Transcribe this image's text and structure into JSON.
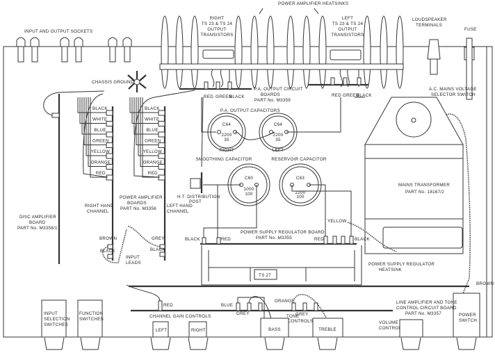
{
  "title": "Power Amplifier Wiring Layout",
  "top": {
    "heatsinks": "POWER AMPLIFIER HEATSINKS",
    "sockets": "INPUT AND OUTPUT SOCKETS",
    "right_transistors": [
      "RIGHT",
      "TS 23 & TS 24",
      "OUTPUT",
      "TRANSISTORS"
    ],
    "left_transistors": [
      "LEFT",
      "TS 23 & TS 24",
      "OUTPUT",
      "TRANSISTORS"
    ],
    "loudspeaker": [
      "LOUDSPEAKER",
      "TERMINALS"
    ],
    "fuse": "FUSE"
  },
  "upper": {
    "chassis_ground": "CHASSIS GROUND",
    "pa_output_boards": [
      "P.A. OUTPUT CIRCUIT",
      "BOARDS",
      "PART No. M3359"
    ],
    "selector_switch": [
      "A.C. MAINS VOLTAGE",
      "SELECTOR SWITCH"
    ],
    "pa_wires": [
      "RED",
      "GREEN",
      "BLACK"
    ],
    "pa_output_caps": "P.A. OUTPUT CAPACITORS",
    "cap_right": {
      "id": "C64",
      "value": "2200",
      "volt": "35",
      "side": "RIGHT"
    },
    "cap_left": {
      "id": "C64",
      "value": "2200",
      "volt": "35",
      "side": "LEFT"
    },
    "smoothing": "SMOOTHING CAPACITOR",
    "smoothing_cap": {
      "id": "C60",
      "value": "1000",
      "volt": "100"
    },
    "reservoir": "RESERVOIR CAPACITOR",
    "reservoir_cap": {
      "id": "C63",
      "value": "2200",
      "volt": "100"
    },
    "transformer": [
      "MAINS TRANSFORMER",
      "PART No. 18167/2"
    ],
    "ht_post": [
      "H.T. DISTRIBUTION",
      "POST"
    ]
  },
  "boards": {
    "wire_colors": [
      "BLACK",
      "WHITE",
      "BLUE",
      "GREEN",
      "YELLOW",
      "ORANGE",
      "RED"
    ],
    "pa_boards": [
      "POWER AMPLIFIER",
      "BOARDS",
      "PART No. M3356"
    ],
    "right_channel": [
      "RIGHT HAND",
      "CHANNEL"
    ],
    "left_channel": [
      "LEFT HAND",
      "CHANNEL"
    ],
    "disc_board": [
      "DISC AMPLIFIER",
      "BOARD",
      "PART No. M3358/1"
    ],
    "brown": "BROWN",
    "black": "BLACK",
    "grey": "GREY",
    "input_leads": [
      "INPUT",
      "LEADS"
    ]
  },
  "regulator": {
    "board": [
      "POWER SUPPLY REGULATOR BOARD",
      "PART No. M3355"
    ],
    "black": "BLACK",
    "red": "RED",
    "yellow": "YELLOW",
    "heatsink": [
      "POWER SUPPLY REGULATOR",
      "HEATSINK"
    ],
    "ts27": "TS 27"
  },
  "front": {
    "brown": "BROWN",
    "line_board": [
      "LINE AMPLIFIER AND TONE",
      "CONTROL CIRCUIT BOARD",
      "PART No. M3357"
    ],
    "red": "RED",
    "blue": "BLUE",
    "grey": "GREY",
    "orange": "ORANGE",
    "channel_gain": "CHANNEL GAIN CONTROLS",
    "tone_controls": [
      "TONE",
      "CONTROLS"
    ],
    "volume_control": [
      "VOLUME",
      "CONTROL"
    ],
    "input_selection": [
      "INPUT",
      "SELECTION",
      "SWITCHES"
    ],
    "function_switches": [
      "FUNCTION",
      "SWITCHES"
    ],
    "power_switch": [
      "POWER",
      "SWITCH"
    ],
    "left": "LEFT",
    "right": "RIGHT",
    "bass": "BASS",
    "treble": "TREBLE"
  }
}
